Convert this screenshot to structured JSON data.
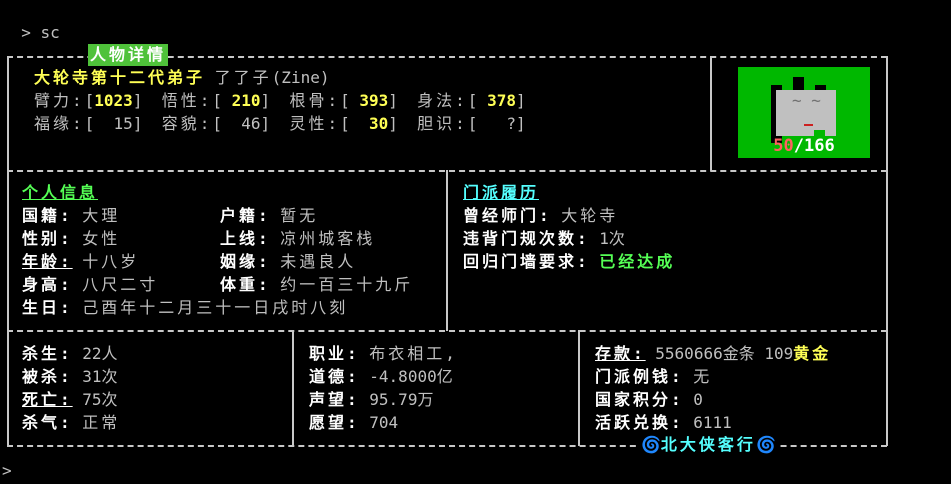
{
  "terminal": {
    "command_prompt": ">",
    "command": "sc",
    "input_prompt": ">"
  },
  "header": {
    "title": "人物详情",
    "character_title": "大轮寺第十二代弟子",
    "character_name": "了了子",
    "character_id": "(Zine)"
  },
  "attributes": [
    {
      "label": "臂力:",
      "value": "1023"
    },
    {
      "label": "悟性:",
      "value": "210"
    },
    {
      "label": "根骨:",
      "value": "393"
    },
    {
      "label": "身法:",
      "value": "378"
    },
    {
      "label": "福缘:",
      "value": "15"
    },
    {
      "label": "容貌:",
      "value": "46"
    },
    {
      "label": "灵性:",
      "value": "30"
    },
    {
      "label": "胆识:",
      "value": "?"
    }
  ],
  "portrait": {
    "hp_current": "50",
    "hp_max": "/166",
    "face_eyes": "~ ~"
  },
  "personal_info": {
    "heading": "个人信息",
    "left": [
      {
        "label": "国籍:",
        "value": "大理"
      },
      {
        "label": "性别:",
        "value": "女性"
      },
      {
        "label": "年龄:",
        "value": "十八岁"
      },
      {
        "label": "身高:",
        "value": "八尺二寸"
      },
      {
        "label": "生日:",
        "value": "己酉年十二月三十一日戌时八刻"
      }
    ],
    "right": [
      {
        "label": "户籍:",
        "value": "暂无"
      },
      {
        "label": "上线:",
        "value": "凉州城客栈"
      },
      {
        "label": "姻缘:",
        "value": "未遇良人"
      },
      {
        "label": "体重:",
        "value": "约一百三十九斤"
      }
    ]
  },
  "sect_history": {
    "heading": "门派履历",
    "items": [
      {
        "label": "曾经师门:",
        "value": "大轮寺"
      },
      {
        "label": "违背门规次数:",
        "value": "1次"
      },
      {
        "label": "回归门墙要求:",
        "value": "已经达成"
      }
    ]
  },
  "combat": [
    {
      "label": "杀生:",
      "value": "22人"
    },
    {
      "label": "被杀:",
      "value": "31次"
    },
    {
      "label": "死亡:",
      "value": "75次"
    },
    {
      "label": "杀气:",
      "value": "正常"
    }
  ],
  "career": [
    {
      "label": "职业:",
      "value": "布衣相工,"
    },
    {
      "label": "道德:",
      "value": "-4.8000亿"
    },
    {
      "label": "声望:",
      "value": "95.79万"
    },
    {
      "label": "愿望:",
      "value": "704"
    }
  ],
  "finance": {
    "deposit_label": "存款:",
    "deposit_value": "5560666金条 109",
    "deposit_gold": "黄金",
    "items": [
      {
        "label": "门派例钱:",
        "value": "无"
      },
      {
        "label": "国家积分:",
        "value": "0"
      },
      {
        "label": "活跃兑换:",
        "value": "6111"
      }
    ]
  },
  "footer": {
    "spiral_icon": "🌀",
    "brand": "北大侠客行"
  },
  "colors": {
    "title_badge": "#4fc23a",
    "portrait_bg": "#00b800",
    "highlight_yellow": "#ffff55",
    "heading_green": "#55ff55",
    "heading_cyan": "#55ffff",
    "hp_current": "#ff6060"
  }
}
